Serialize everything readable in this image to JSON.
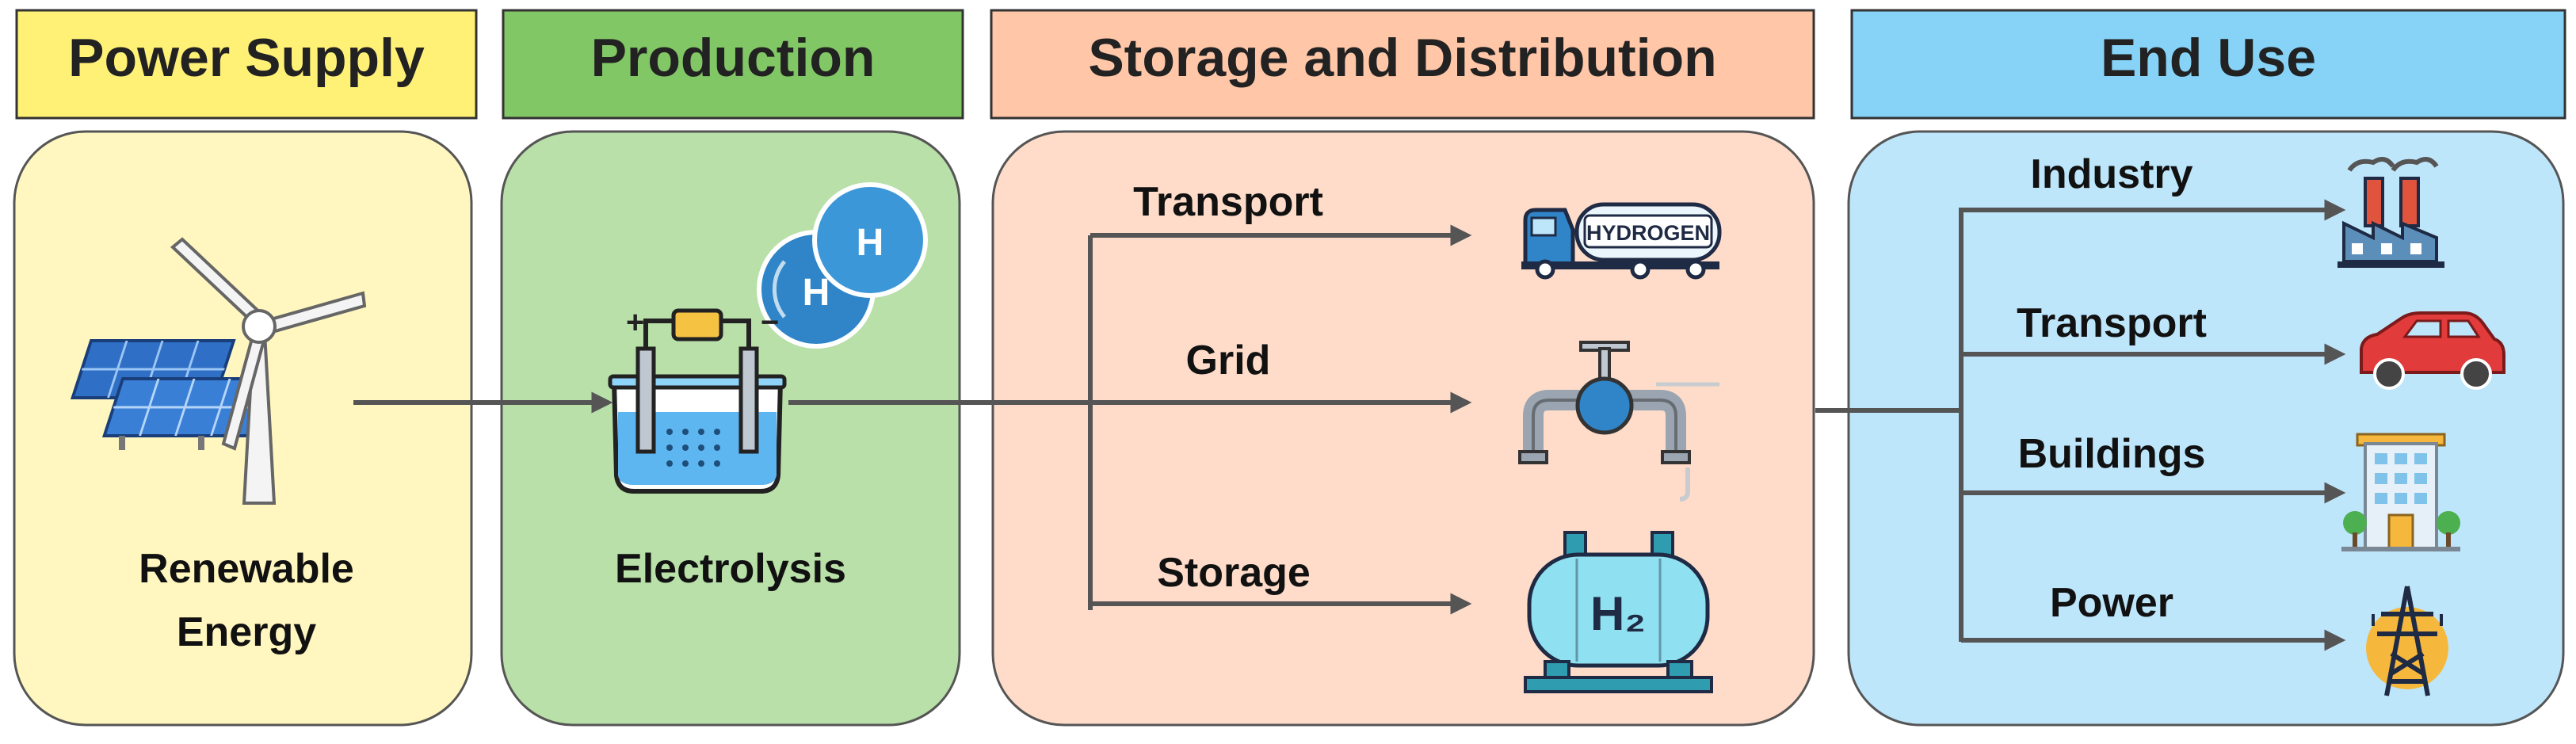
{
  "headers": {
    "power_supply": "Power Supply",
    "production": "Production",
    "storage_distribution": "Storage and Distribution",
    "end_use": "End Use"
  },
  "power_supply": {
    "label_line1": "Renewable",
    "label_line2": "Energy",
    "icons": [
      "solar-panel-icon",
      "wind-turbine-icon"
    ]
  },
  "production": {
    "label": "Electrolysis",
    "icons": [
      "electrolyzer-icon",
      "hydrogen-molecule-icon"
    ],
    "molecule_letter": "H"
  },
  "storage_distribution": {
    "branches": [
      {
        "label": "Transport",
        "icon": "hydrogen-truck-icon",
        "icon_text": "HYDROGEN"
      },
      {
        "label": "Grid",
        "icon": "pipeline-valve-icon"
      },
      {
        "label": "Storage",
        "icon": "h2-tank-icon",
        "icon_text": "H₂"
      }
    ]
  },
  "end_use": {
    "branches": [
      {
        "label": "Industry",
        "icon": "factory-icon"
      },
      {
        "label": "Transport",
        "icon": "car-icon"
      },
      {
        "label": "Buildings",
        "icon": "building-icon"
      },
      {
        "label": "Power",
        "icon": "power-tower-icon"
      }
    ]
  },
  "colors": {
    "power_supply_header": "#FFF176",
    "power_supply_panel": "#FFF7BF",
    "production_header": "#82C765",
    "production_panel": "#B8E0A8",
    "storage_header": "#FFC6A8",
    "storage_panel": "#FEDCC9",
    "end_use_header": "#86D3F7",
    "end_use_panel": "#BEE6FB",
    "arrow": "#555555"
  }
}
